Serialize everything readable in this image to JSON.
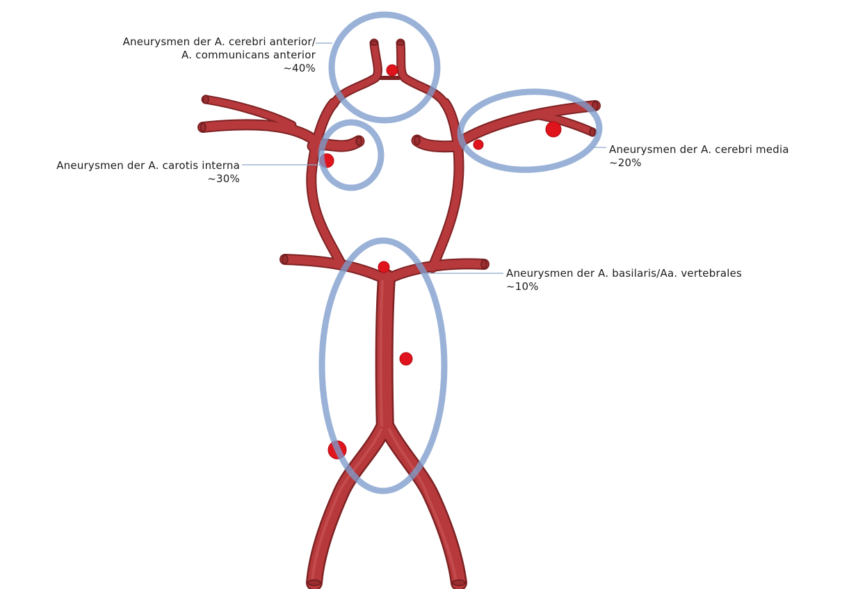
{
  "colors": {
    "vessel": "#b33a3c",
    "vessel_edge": "#8a2426",
    "vessel_highlight": "#c85557",
    "aneurysm": "#e0141c",
    "ring": "#7d9ccc",
    "leader": "#8ea7c9"
  },
  "annotations": {
    "aca": {
      "line1": "Aneurysmen der A. cerebri anterior/",
      "line2": "A. communicans anterior",
      "percent": "~40%"
    },
    "ica": {
      "line1": "Aneurysmen der A. carotis interna",
      "percent": "~30%"
    },
    "mca": {
      "line1": "Aneurysmen der A. cerebri media",
      "percent": "~20%"
    },
    "basilar": {
      "line1": "Aneurysmen der A. basilaris/Aa. vertebrales",
      "percent": "~10%"
    }
  }
}
